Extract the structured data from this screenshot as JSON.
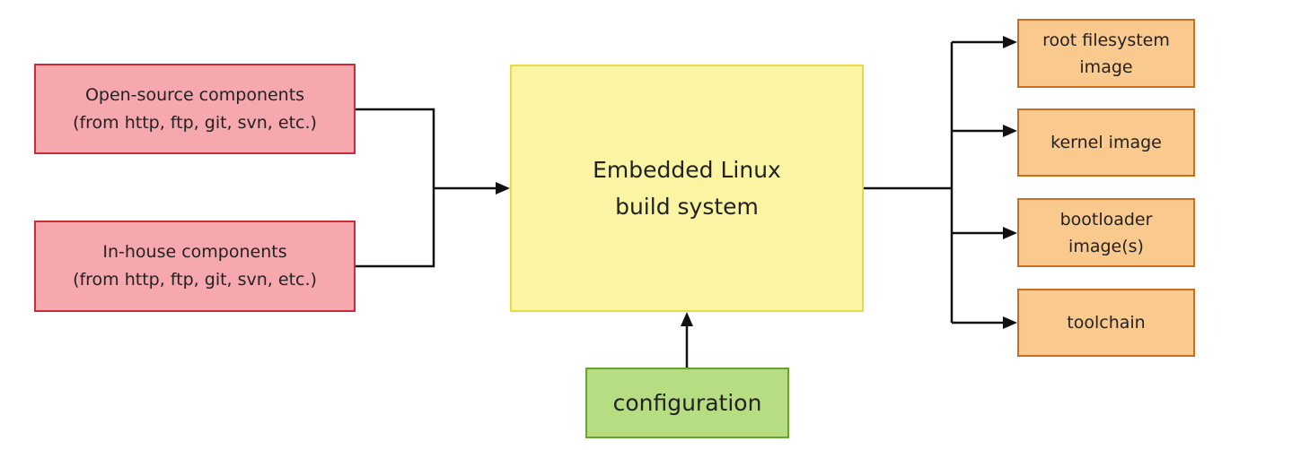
{
  "inputs": {
    "open_source": {
      "line1": "Open-source components",
      "line2": "(from http, ftp, git, svn, etc.)"
    },
    "in_house": {
      "line1": "In-house components",
      "line2": "(from http, ftp, git, svn, etc.)"
    }
  },
  "build_system": {
    "line1": "Embedded Linux",
    "line2": "build system"
  },
  "configuration": {
    "label": "configuration"
  },
  "outputs": [
    {
      "line1": "root filesystem",
      "line2": "image"
    },
    {
      "line1": "kernel image",
      "line2": ""
    },
    {
      "line1": "bootloader",
      "line2": "image(s)"
    },
    {
      "line1": "toolchain",
      "line2": ""
    }
  ],
  "colors": {
    "input_fill": "#f7a8ae",
    "input_border": "#cf2b36",
    "build_fill": "#fbf5a3",
    "build_border": "#e6da45",
    "config_fill": "#b7dd83",
    "config_border": "#6aa236",
    "output_fill": "#f9c98e",
    "output_border": "#c96e1f",
    "connector": "#111111"
  }
}
